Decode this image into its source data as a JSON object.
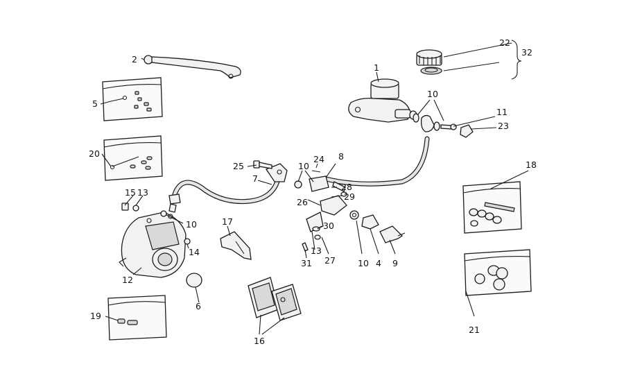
{
  "labels": {
    "l1": "1",
    "l2": "2",
    "l4": "4",
    "l5": "5",
    "l6": "6",
    "l7": "7",
    "l8": "8",
    "l9": "9",
    "l10a": "10",
    "l10b": "10",
    "l10c": "10",
    "l10d": "10",
    "l11": "11",
    "l12": "12",
    "l13a": "13",
    "l13b": "13",
    "l14": "14",
    "l15": "15",
    "l16": "16",
    "l17": "17",
    "l18": "18",
    "l19": "19",
    "l20": "20",
    "l21": "21",
    "l22": "22",
    "l23": "23",
    "l24": "24",
    "l25": "25",
    "l26": "26",
    "l27": "27",
    "l28": "28",
    "l29": "29",
    "l30": "30",
    "l31": "31",
    "l32": "32"
  }
}
